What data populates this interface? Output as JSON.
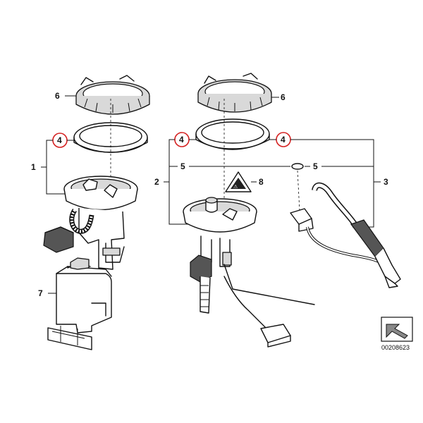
{
  "callouts": {
    "ring_left": "6",
    "ring_right": "6",
    "seal_left": "4",
    "seal_right_a": "4",
    "seal_right_b": "4",
    "group_left": "1",
    "group_mid": "2",
    "group_right": "3",
    "oring_left": "5",
    "oring_right": "5",
    "warning_label": "8",
    "filter_housing": "7"
  },
  "colors": {
    "highlight": "#d42020",
    "line": "#111111",
    "fill_gray": "#d9d9d9"
  },
  "icons": {
    "arrow": "arrow-icon"
  },
  "reference_number": "00208623"
}
